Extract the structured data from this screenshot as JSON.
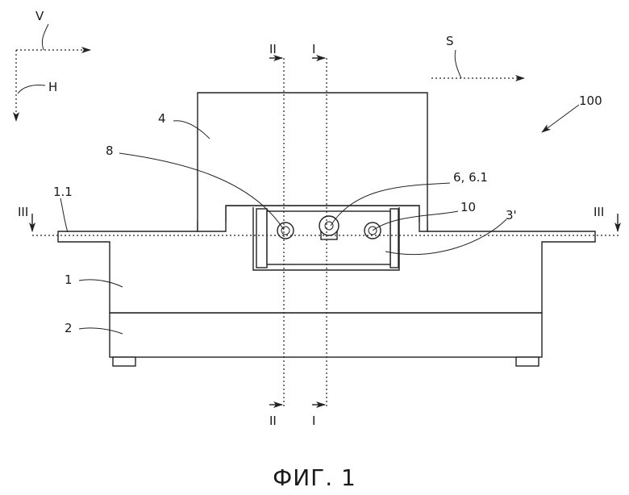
{
  "figure": {
    "caption": "ФИГ. 1",
    "labels": {
      "v": "V",
      "h": "H",
      "s": "S",
      "ref_100": "100",
      "ref_4": "4",
      "ref_8": "8",
      "ref_6": "6, 6.1",
      "ref_10": "10",
      "ref_3p": "3'",
      "ref_1_1": "1.1",
      "ref_1": "1",
      "ref_2": "2",
      "sec_III_left": "III",
      "sec_III_right": "III",
      "sec_II_top": "II",
      "sec_I_top": "I",
      "sec_II_bottom": "II",
      "sec_I_bottom": "I"
    }
  }
}
